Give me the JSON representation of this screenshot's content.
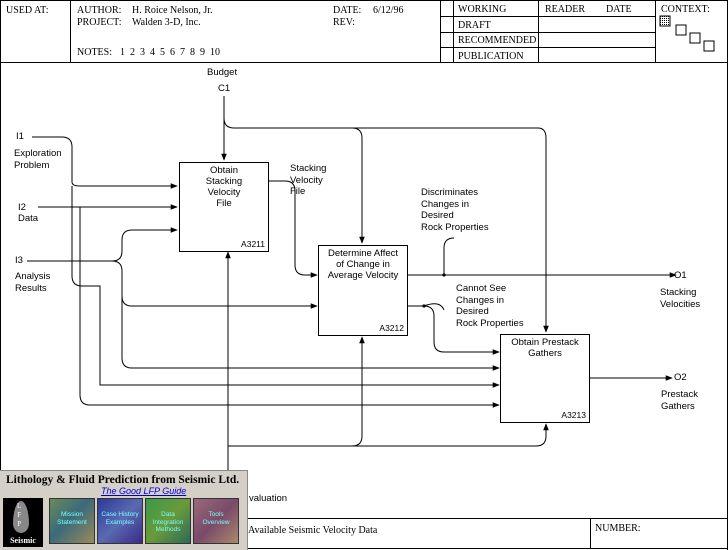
{
  "header": {
    "used_at_label": "USED AT:",
    "author_label": "AUTHOR:",
    "author_value": "H. Roice Nelson, Jr.",
    "project_label": "PROJECT:",
    "project_value": "Walden 3-D, Inc.",
    "date_label": "DATE:",
    "date_value": "6/12/96",
    "rev_label": "REV:",
    "notes_label": "NOTES:",
    "notes_numbers": "1  2  3  4  5  6  7  8  9  10",
    "status_rows": [
      "WORKING",
      "DRAFT",
      "RECOMMENDED",
      "PUBLICATION"
    ],
    "reader_label": "READER",
    "reader_date_label": "DATE",
    "context_label": "CONTEXT:"
  },
  "inputs": {
    "i1_code": "I1",
    "i1_label_1": "Exploration",
    "i1_label_2": "Problem",
    "i2_code": "I2",
    "i2_label": "Data",
    "i3_code": "I3",
    "i3_label_1": "Analysis",
    "i3_label_2": "Results"
  },
  "control": {
    "label": "Budget",
    "code": "C1"
  },
  "boxes": [
    {
      "title_lines": [
        "Obtain",
        "Stacking",
        "Velocity",
        "File"
      ],
      "node": "A3211"
    },
    {
      "title_lines": [
        "Determine Affect",
        "of Change in",
        "Average Velocity"
      ],
      "node": "A3212"
    },
    {
      "title_lines": [
        "Obtain Prestack",
        "Gathers"
      ],
      "node": "A3213"
    }
  ],
  "arrow_labels": {
    "stacking_velocity_file": [
      "Stacking",
      "Velocity",
      "File"
    ],
    "discriminates": [
      "Discriminates",
      "Changes in",
      "Desired",
      "Rock Properties"
    ],
    "cannot_see": [
      "Cannot See",
      "Changes in",
      "Desired",
      "Rock Properties"
    ]
  },
  "outputs": {
    "o1_code": "O1",
    "o1_label_1": "Stacking",
    "o1_label_2": "Velocities",
    "o2_code": "O2",
    "o2_label_1": "Prestack",
    "o2_label_2": "Gathers"
  },
  "mechanism_fragment": "valuation",
  "footer": {
    "title_fragment": "Available Seismic Velocity Data",
    "number_label": "NUMBER:"
  },
  "banner": {
    "title": "Lithology & Fluid Prediction from Seismic Ltd.",
    "subtitle": "The Good LFP Guide",
    "logo_letters": [
      "L",
      "F",
      "P"
    ],
    "logo_word": "Seismic",
    "tiles": [
      "Mission Statement",
      "Case History Examples",
      "Data Integration Methods",
      "Tools Overview"
    ]
  },
  "colors": {
    "line": "#000000",
    "banner_bg": "#d4d0c8",
    "link": "#0000cc",
    "tile_1": "#4a7a5a",
    "tile_2": "#3a4aa0",
    "tile_3": "#3a8a4a",
    "tile_4": "#8a5a6a"
  }
}
